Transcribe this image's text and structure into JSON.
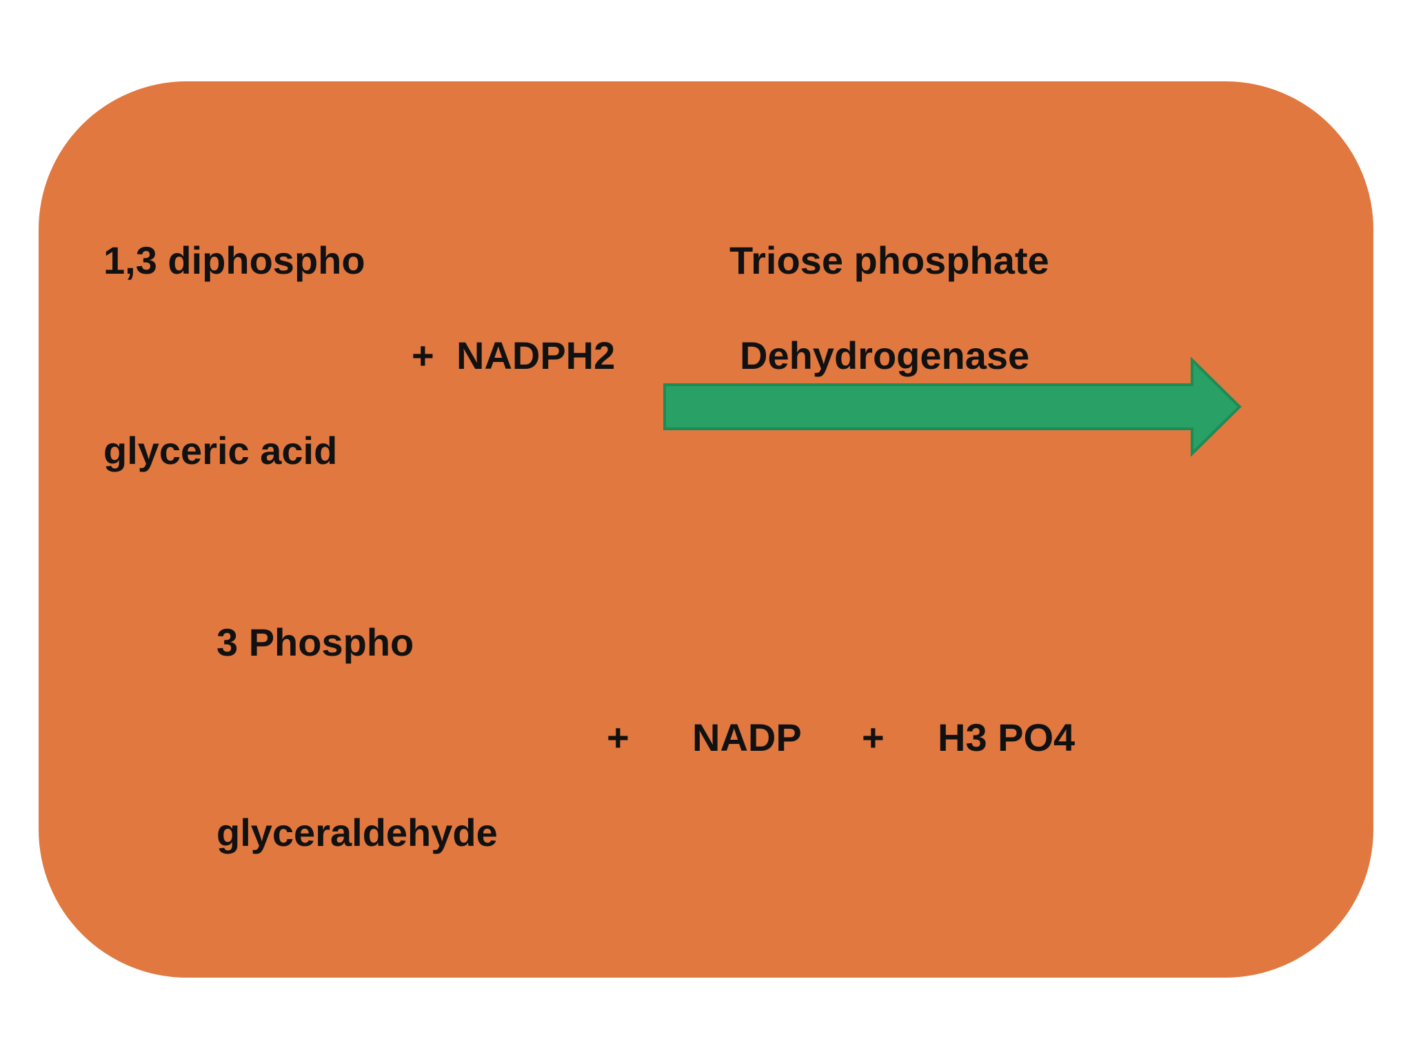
{
  "diagram": {
    "colors": {
      "background": "#ffffff",
      "panel": "#E07840",
      "arrow_fill": "#28A066",
      "arrow_stroke": "#1E8A54",
      "text": "#111111"
    },
    "reactants": {
      "substrate_line1": "1,3 diphospho",
      "substrate_line2": "glyceric acid",
      "plus": "+",
      "cofactor": "NADPH2"
    },
    "enzyme": {
      "line1": "Triose phosphate",
      "line2": "Dehydrogenase"
    },
    "products": {
      "product_line1": "3 Phospho",
      "product_line2": "glyceraldehyde",
      "plus1": "+",
      "cofactor": "NADP",
      "plus2": "+",
      "byproduct": "H3 PO4"
    },
    "arrow_icon": "right-arrow-icon"
  }
}
